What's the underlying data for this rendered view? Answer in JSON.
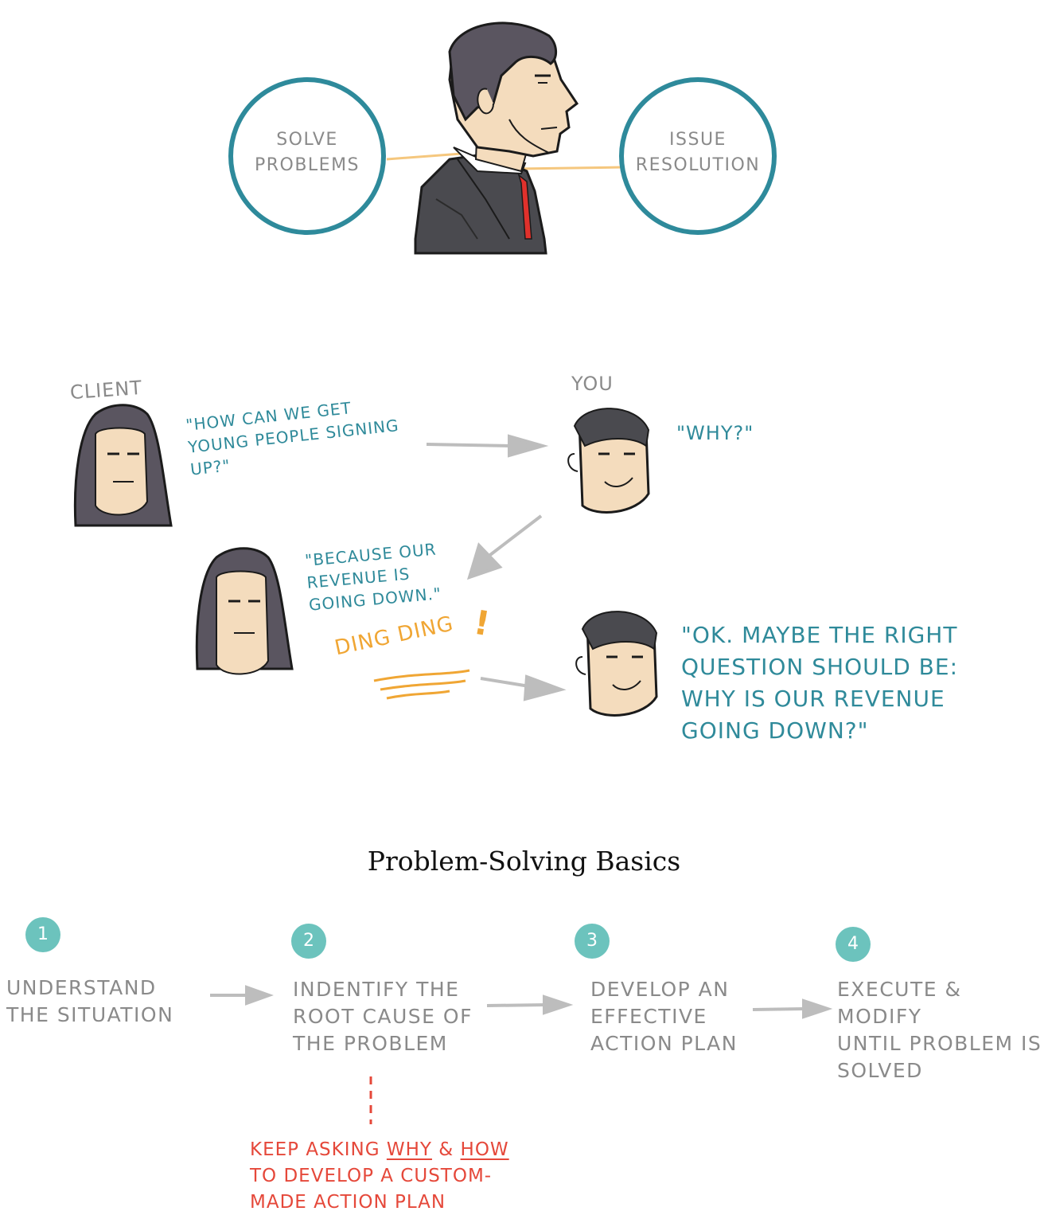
{
  "top": {
    "left_circle": {
      "line1": "SOLVE",
      "line2": "PROBLEMS"
    },
    "right_circle": {
      "line1": "ISSUE",
      "line2": "RESOLUTION"
    }
  },
  "dialogue": {
    "client_label": "CLIENT",
    "you_label": "YOU",
    "client_q1_l1": "\"HOW CAN WE GET",
    "client_q1_l2": "YOUNG PEOPLE SIGNING",
    "client_q1_l3": "UP?\"",
    "you_q1": "\"WHY?\"",
    "client_a1_l1": "\"BECAUSE OUR",
    "client_a1_l2": "REVENUE IS",
    "client_a1_l3": "GOING DOWN.\"",
    "ding": "DING DING",
    "ding_mark": "!",
    "you_q2_l1": "\"OK. MAYBE THE RIGHT",
    "you_q2_l2": "QUESTION SHOULD BE:",
    "you_q2_l3": "WHY IS OUR REVENUE",
    "you_q2_l4": "GOING DOWN?\""
  },
  "basics": {
    "title": "Problem-Solving Basics",
    "steps": [
      {
        "num": "1",
        "l1": "UNDERSTAND",
        "l2": "THE SITUATION",
        "l3": ""
      },
      {
        "num": "2",
        "l1": "INDENTIFY THE",
        "l2": "ROOT CAUSE OF",
        "l3": "THE PROBLEM"
      },
      {
        "num": "3",
        "l1": "DEVELOP AN",
        "l2": "EFFECTIVE",
        "l3": "ACTION PLAN"
      },
      {
        "num": "4",
        "l1": "EXECUTE & MODIFY",
        "l2": "UNTIL PROBLEM IS",
        "l3": "SOLVED"
      }
    ],
    "note": {
      "pre": "KEEP ASKING ",
      "why": "WHY",
      "amp": " & ",
      "how": "HOW",
      "l2": "TO DEVELOP A CUSTOM-",
      "l3": "MADE ACTION PLAN"
    }
  },
  "colors": {
    "teal": "#2f8a9a",
    "circle_stroke": "#2e8a9b",
    "connector": "#f5c77e",
    "step_badge": "#6cc3bd",
    "note_red": "#e5483a",
    "ding_orange": "#f0a634",
    "arrow_grey": "#bdbdbd"
  }
}
